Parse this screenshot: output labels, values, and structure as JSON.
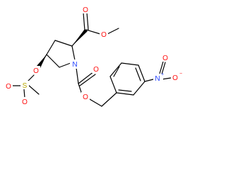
{
  "molecule": {
    "atoms": {
      "o_ester_carbonyl": "O",
      "o_ester_ether": "O",
      "n_ring": "N",
      "o_carbamate_carbonyl": "O",
      "o_carbamate_ether": "O",
      "o_mesylate_link": "O",
      "s_mesyl": "S",
      "o_sulfonyl_1": "O",
      "o_sulfonyl_2": "O",
      "n_nitro": "N",
      "n_nitro_charge": "+",
      "o_nitro_1": "O",
      "o_nitro_2": "O",
      "o_nitro_2_charge": "−"
    },
    "colors": {
      "bond": "#000000",
      "oxygen": "#ff0d0d",
      "sulfur": "#b8a800",
      "nitrogen": "#2040ff"
    }
  }
}
